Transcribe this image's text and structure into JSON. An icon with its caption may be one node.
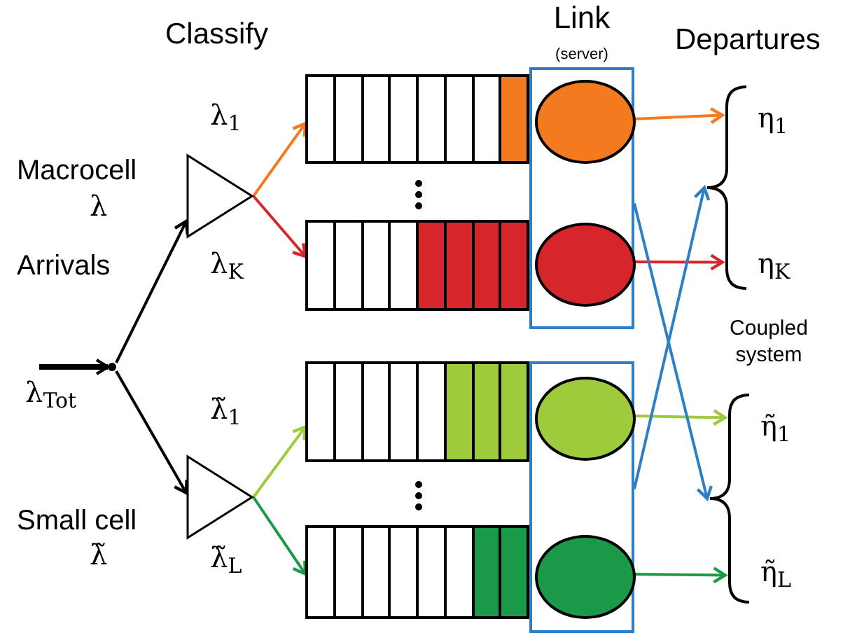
{
  "diagram": {
    "nodes": [
      {
        "text": [],
        "shape": "dot"
      },
      {
        "text": [],
        "shape": "triangle",
        "beside": [
          "Macrocell",
          "λ"
        ]
      },
      {
        "text": [],
        "shape": "triangle",
        "beside": [
          "Small cell",
          "λ̃"
        ]
      },
      {
        "text": [],
        "shape": "queue"
      },
      {
        "text": [],
        "shape": "queue"
      },
      {
        "text": [],
        "shape": "queue"
      },
      {
        "text": [],
        "shape": "queue"
      },
      {
        "text": [
          "Link",
          "(server)"
        ]
      },
      {
        "text": [],
        "shape": "circle",
        "in": 7
      },
      {
        "text": [],
        "shape": "circle",
        "in": 7
      },
      {
        "text": [],
        "shape": "box"
      },
      {
        "text": [],
        "shape": "circle",
        "in": 10
      },
      {
        "text": [],
        "shape": "circle",
        "in": 10
      },
      {
        "text": [
          "η$_{1}$",
          "η$_{K}$"
        ]
      },
      {
        "text": [
          "η̃$_{1}$",
          "η̃$_{L}$"
        ]
      }
    ],
    "edges": [
      {
        "from": null,
        "to": 0,
        "arrow": "to",
        "style": "thick"
      },
      {
        "from": 0,
        "to": 1,
        "arrow": "to"
      },
      {
        "from": 0,
        "to": 2,
        "arrow": "to"
      },
      {
        "from": 1,
        "to": 3,
        "arrow": "to",
        "label": "λ$_{1}$",
        "color": "#f47a20"
      },
      {
        "from": 1,
        "to": 4,
        "arrow": "to",
        "label": "λ$_{K}$",
        "color": "#d7262b"
      },
      {
        "from": 2,
        "to": 5,
        "arrow": "to",
        "label": "λ̃$_{1}$",
        "color": "#9dcb3b"
      },
      {
        "from": 2,
        "to": 6,
        "arrow": "to",
        "label": "λ̃$_{L}$",
        "color": "#1a9a48"
      },
      {
        "from": 8,
        "to": 13,
        "arrow": "to",
        "color": "#f47a20"
      },
      {
        "from": 9,
        "to": 13,
        "arrow": "to",
        "color": "#d7262b"
      },
      {
        "from": 11,
        "to": 14,
        "arrow": "to",
        "color": "#9dcb3b"
      },
      {
        "from": 12,
        "to": 14,
        "arrow": "to",
        "color": "#1a9a48"
      },
      {
        "from": 7,
        "to": 14,
        "arrow": "to",
        "color": "#2f7fc8"
      },
      {
        "from": 10,
        "to": 13,
        "arrow": "to",
        "color": "#2f7fc8"
      }
    ],
    "labels": [
      "Classify",
      "Departures",
      "Arrivals",
      "λ$_{Tot}$",
      "Coupled system"
    ]
  }
}
